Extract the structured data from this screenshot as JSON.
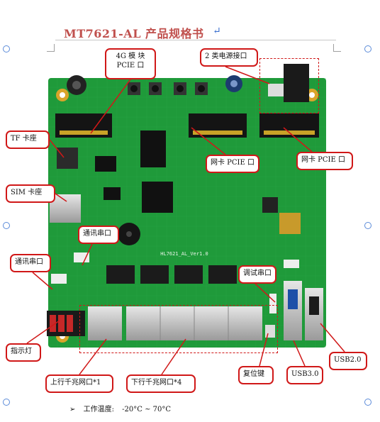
{
  "doc": {
    "title": "MT7621-AL 产品规格书",
    "title_mark": "↵"
  },
  "board": {
    "silkscreen": "HL7621_AL_Ver1.0"
  },
  "callouts": {
    "module_4g": [
      "4G  模  块",
      "PCIE 口"
    ],
    "power": "2 类电源接口",
    "tf": "TF 卡座",
    "sim": "SIM 卡座",
    "serial_mid": "通讯串口",
    "serial_left": "通讯串口",
    "nic_pcie_1": "网卡 PCIE 口",
    "nic_pcie_2": "网卡 PCIE 口",
    "debug_serial": "调试串口",
    "indicator": "指示灯",
    "uplink": "上行千兆网口*1",
    "downlink": "下行千兆网口*4",
    "reset": "复位键",
    "usb3": "USB3.0",
    "usb2": "USB2.0"
  },
  "spec": {
    "bullet": "➢",
    "label": "工作温度:",
    "value": "-20°C ~ 70°C"
  },
  "colors": {
    "title": "#c0504d",
    "callout_border": "#d01818",
    "pcb": "#1f9a3a"
  }
}
